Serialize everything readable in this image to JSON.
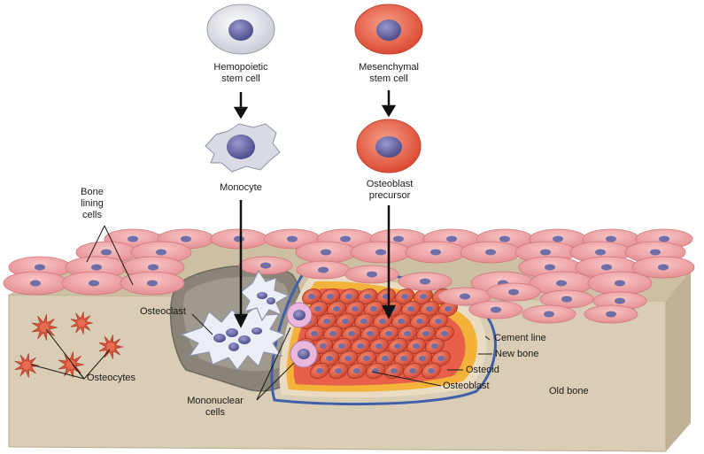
{
  "cells": {
    "hemopoietic": [
      "Hemopoietic",
      "stem cell"
    ],
    "mesenchymal": [
      "Mesenchymal",
      "stem cell"
    ],
    "monocyte": "Monocyte",
    "osteoblast_precursor": [
      "Osteoblast",
      "precursor"
    ]
  },
  "labels": {
    "bone_lining": [
      "Bone",
      "lining",
      "cells"
    ],
    "osteoclast": "Osteoclast",
    "osteocytes": "Osteocytes",
    "mononuclear": [
      "Mononuclear",
      "cells"
    ],
    "cement_line": "Cement line",
    "new_bone": "New bone",
    "osteoid": "Osteoid",
    "osteoblast": "Osteoblast",
    "old_bone": "Old bone"
  },
  "colors": {
    "bone_front": "#d9cdb6",
    "bone_side": "#bfb297",
    "lining_cell": "#f2a8a8",
    "lining_nucleus": "#6f6fa8",
    "osteoblast": "#e8604a",
    "osteoid": "#f3b23a",
    "cement_line": "#3f5fa8",
    "osteoclast": "#e8eaf2",
    "mononuclear": "#e9b6dc",
    "osteocyte": "#d8523c"
  }
}
